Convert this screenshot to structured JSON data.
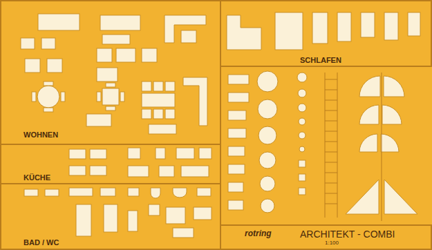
{
  "diagram": {
    "nodes": [
      {
        "text": [
          "WOHNEN"
        ]
      },
      {
        "text": [
          "SCHLAFEN"
        ]
      },
      {
        "text": [
          "KÜCHE"
        ]
      },
      {
        "text": [
          "BAD / WC"
        ]
      },
      {
        "text": [
          "rotring",
          "ARCHITEKT - COMBI"
        ]
      }
    ],
    "labels": [
      "1:100"
    ]
  }
}
